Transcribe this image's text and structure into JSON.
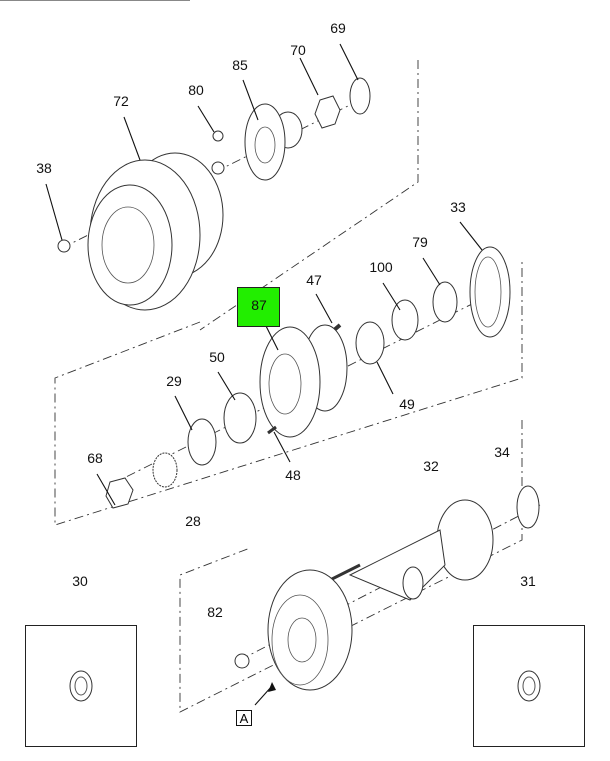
{
  "diagram": {
    "highlight_color": "#22ee00",
    "highlighted_part": "87",
    "view_marker": "A",
    "callouts": {
      "p69": "69",
      "p70": "70",
      "p85": "85",
      "p80": "80",
      "p72": "72",
      "p38": "38",
      "p33": "33",
      "p79": "79",
      "p100": "100",
      "p47": "47",
      "p87": "87",
      "p50": "50",
      "p29": "29",
      "p49": "49",
      "p68": "68",
      "p48": "48",
      "p28": "28",
      "p34": "34",
      "p32": "32",
      "p30": "30",
      "p31": "31",
      "p82": "82"
    }
  }
}
